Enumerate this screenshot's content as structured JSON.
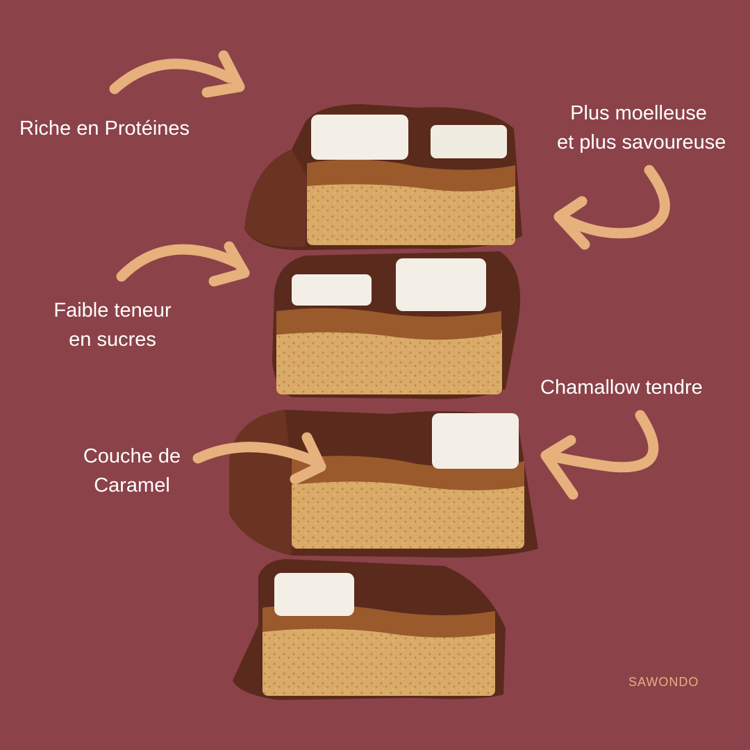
{
  "labels": {
    "protein": "Riche en Protéines",
    "soft_line1": "Plus moelleuse",
    "soft_line2": "et plus savoureuse",
    "sugar_line1": "Faible teneur",
    "sugar_line2": "en sucres",
    "chamallow": "Chamallow tendre",
    "caramel_line1": "Couche de",
    "caramel_line2": "Caramel"
  },
  "brand": "SAWONDO",
  "colors": {
    "background": "#8b4249",
    "arrow": "#e6b17c",
    "label_text": "#ffffff",
    "chocolate": "#5a2a1c",
    "biscuit": "#d8a866",
    "caramel": "#9a5a2c",
    "marshmallow": "#f3efe6"
  },
  "icons": [
    "curved-arrow-icon"
  ]
}
